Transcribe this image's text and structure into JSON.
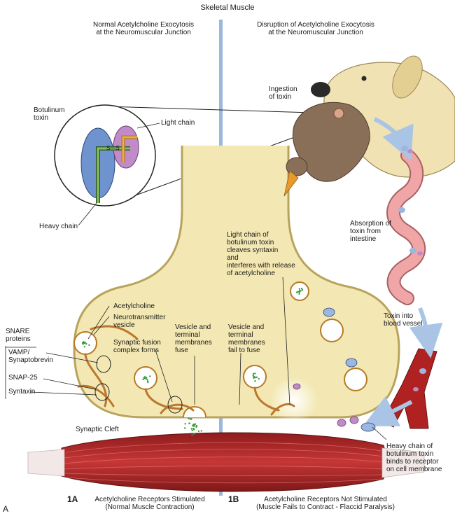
{
  "title": "Skeletal Muscle",
  "left_heading": "Normal Acetylcholine Exocytosis\nat the Neuromuscular Junction",
  "right_heading": "Disruption of Acetylcholine Exocytosis\nat the Neuromuscular Junction",
  "labels": {
    "botulinum_toxin": "Botulinum\ntoxin",
    "light_chain": "Light chain",
    "heavy_chain": "Heavy chain",
    "ss_bond": "S—S",
    "ingestion": "Ingestion\nof toxin",
    "absorption": "Absorption of\ntoxin from\nintestine",
    "light_chain_cleaves": "Light chain of\nbotulinum toxin\ncleaves syntaxin\nand\ninterferes with release\nof acetylcholine",
    "acetylcholine": "Acetylcholine",
    "neurotransmitter_vesicle": "Neurotransmitter\nvesicle",
    "snare_proteins": "SNARE\nproteins",
    "vamp": "VAMP/\nSynaptobrevin",
    "snap25": "SNAP-25",
    "syntaxin": "Syntaxin",
    "synaptic_fusion": "Synaptic fusion\ncomplex forms",
    "vesicle_fuse": "Vesicle and\nterminal\nmembranes\nfuse",
    "vesicle_fail": "Vesicle and\nterminal\nmembranes\nfail to fuse",
    "toxin_blood": "Toxin into\nblood vessel",
    "synaptic_cleft": "Synaptic Cleft",
    "heavy_binds": "Heavy chain of\nbotulinum toxin\nbinds to receptor\non cell membrane"
  },
  "footer": {
    "left_tag": "1A",
    "left_caption": "Acetylcholine Receptors Stimulated\n(Normal Muscle Contraction)",
    "right_tag": "1B",
    "right_caption": "Acetylcholine Receptors Not Stimulated\n(Muscle Fails to Contract - Flaccid Paralysis)",
    "corner": "A"
  },
  "colors": {
    "terminal": "#f3e8b3",
    "terminal_stroke": "#b9a35c",
    "divider": "#9db6dc",
    "muscle": "#b72a2a",
    "heavy_chain": "#6f93cf",
    "light_chain": "#c08bc8",
    "intestine": "#f0a6a6",
    "dog": "#f1e2b3",
    "arrow": "#a9c4e4",
    "vesicle_dot": "#3a9a3a",
    "snare": "#b9782e"
  }
}
